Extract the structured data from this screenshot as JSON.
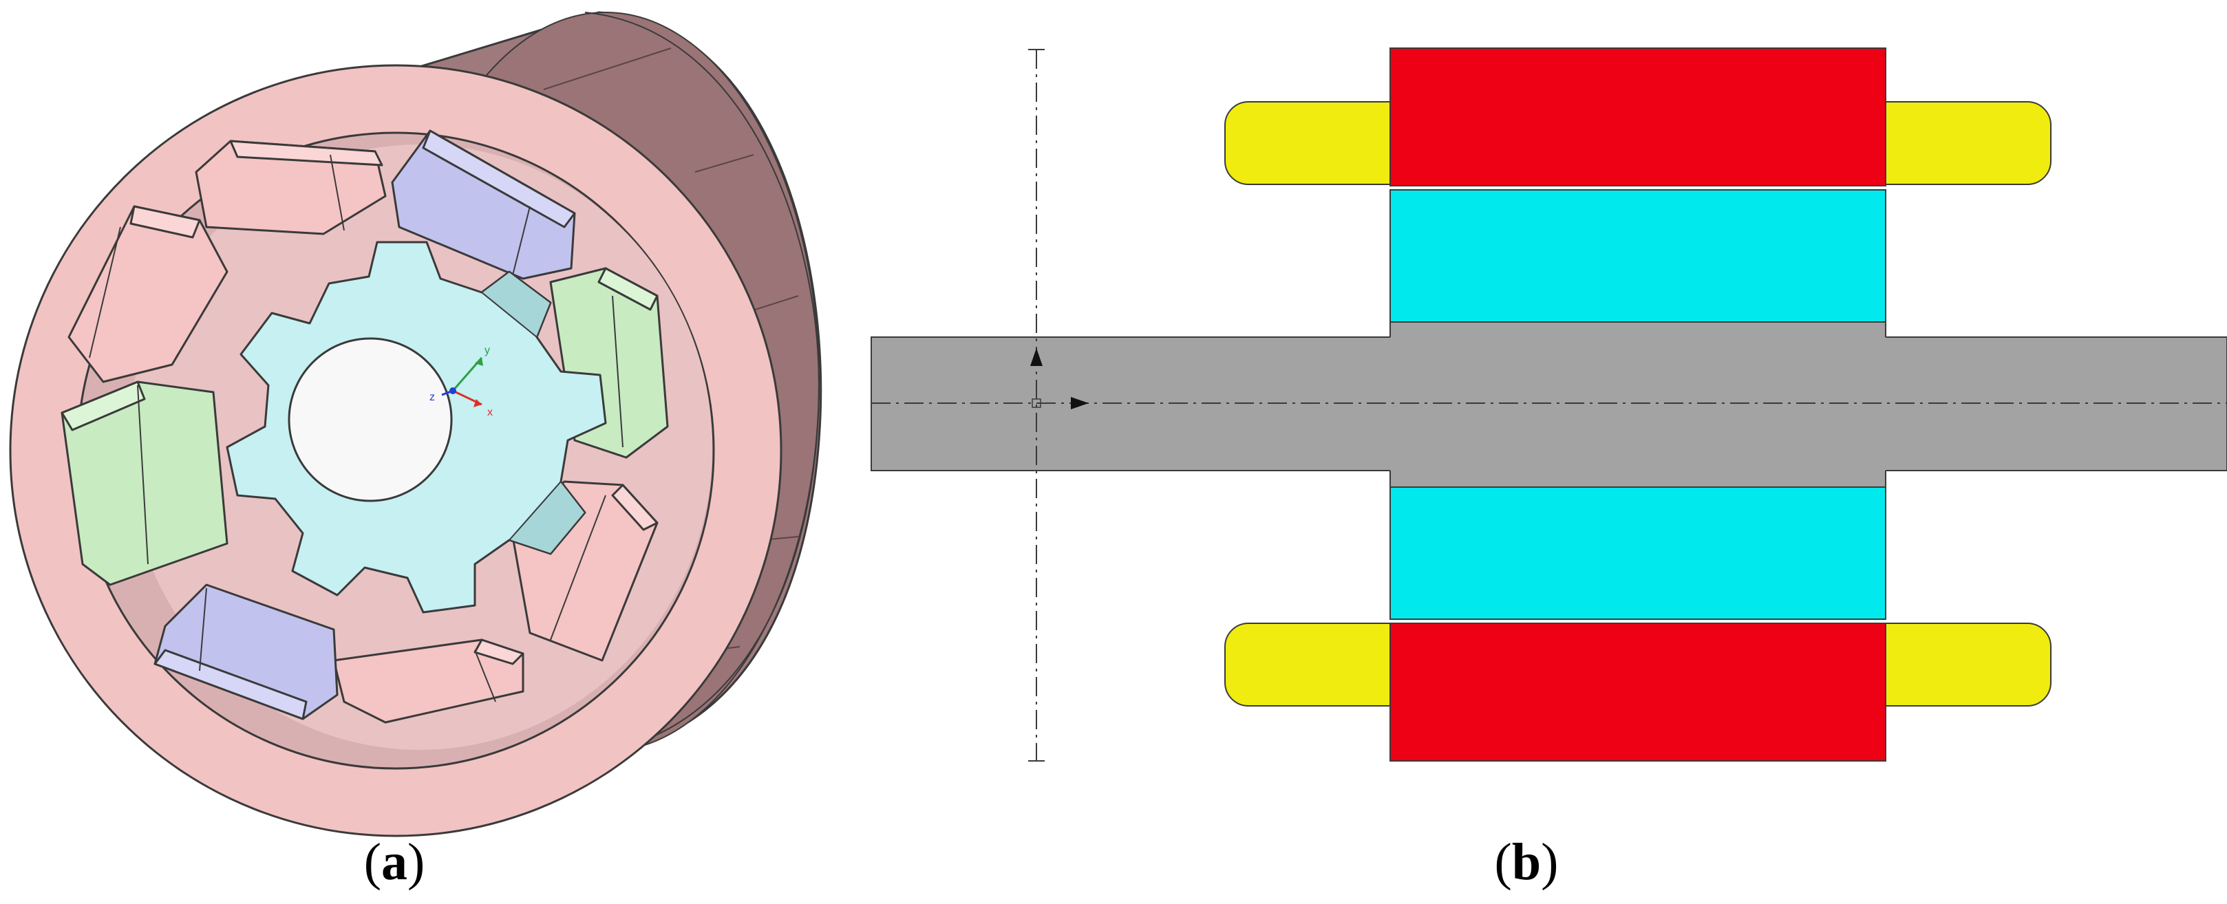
{
  "panels": [
    {
      "id": "a",
      "caption_open": "(",
      "caption_letter": "a",
      "caption_close": ")",
      "axis_labels": {
        "x": "x",
        "y": "y",
        "z": "z"
      }
    },
    {
      "id": "b",
      "caption_open": "(",
      "caption_letter": "b",
      "caption_close": ")"
    }
  ],
  "colors": {
    "stator_yoke": "#f2c3c3",
    "stator_yoke_side": "#9e7a7c",
    "stator_yoke_side_dark": "#8a6668",
    "coil_pink": "#f5c4c4",
    "coil_blue": "#c2c2ee",
    "coil_green": "#c8ebc2",
    "rotor": "#c6f0f2",
    "bore": "#ffffff",
    "outline": "#3a3a3a",
    "magnet_red": "#ee0015",
    "coil_yellow": "#f0ec10",
    "iron_cyan": "#00eaee",
    "shaft_gray": "#a3a3a3",
    "axis_x": "#e0302a",
    "axis_y": "#2ea043",
    "axis_z": "#2040d0"
  }
}
